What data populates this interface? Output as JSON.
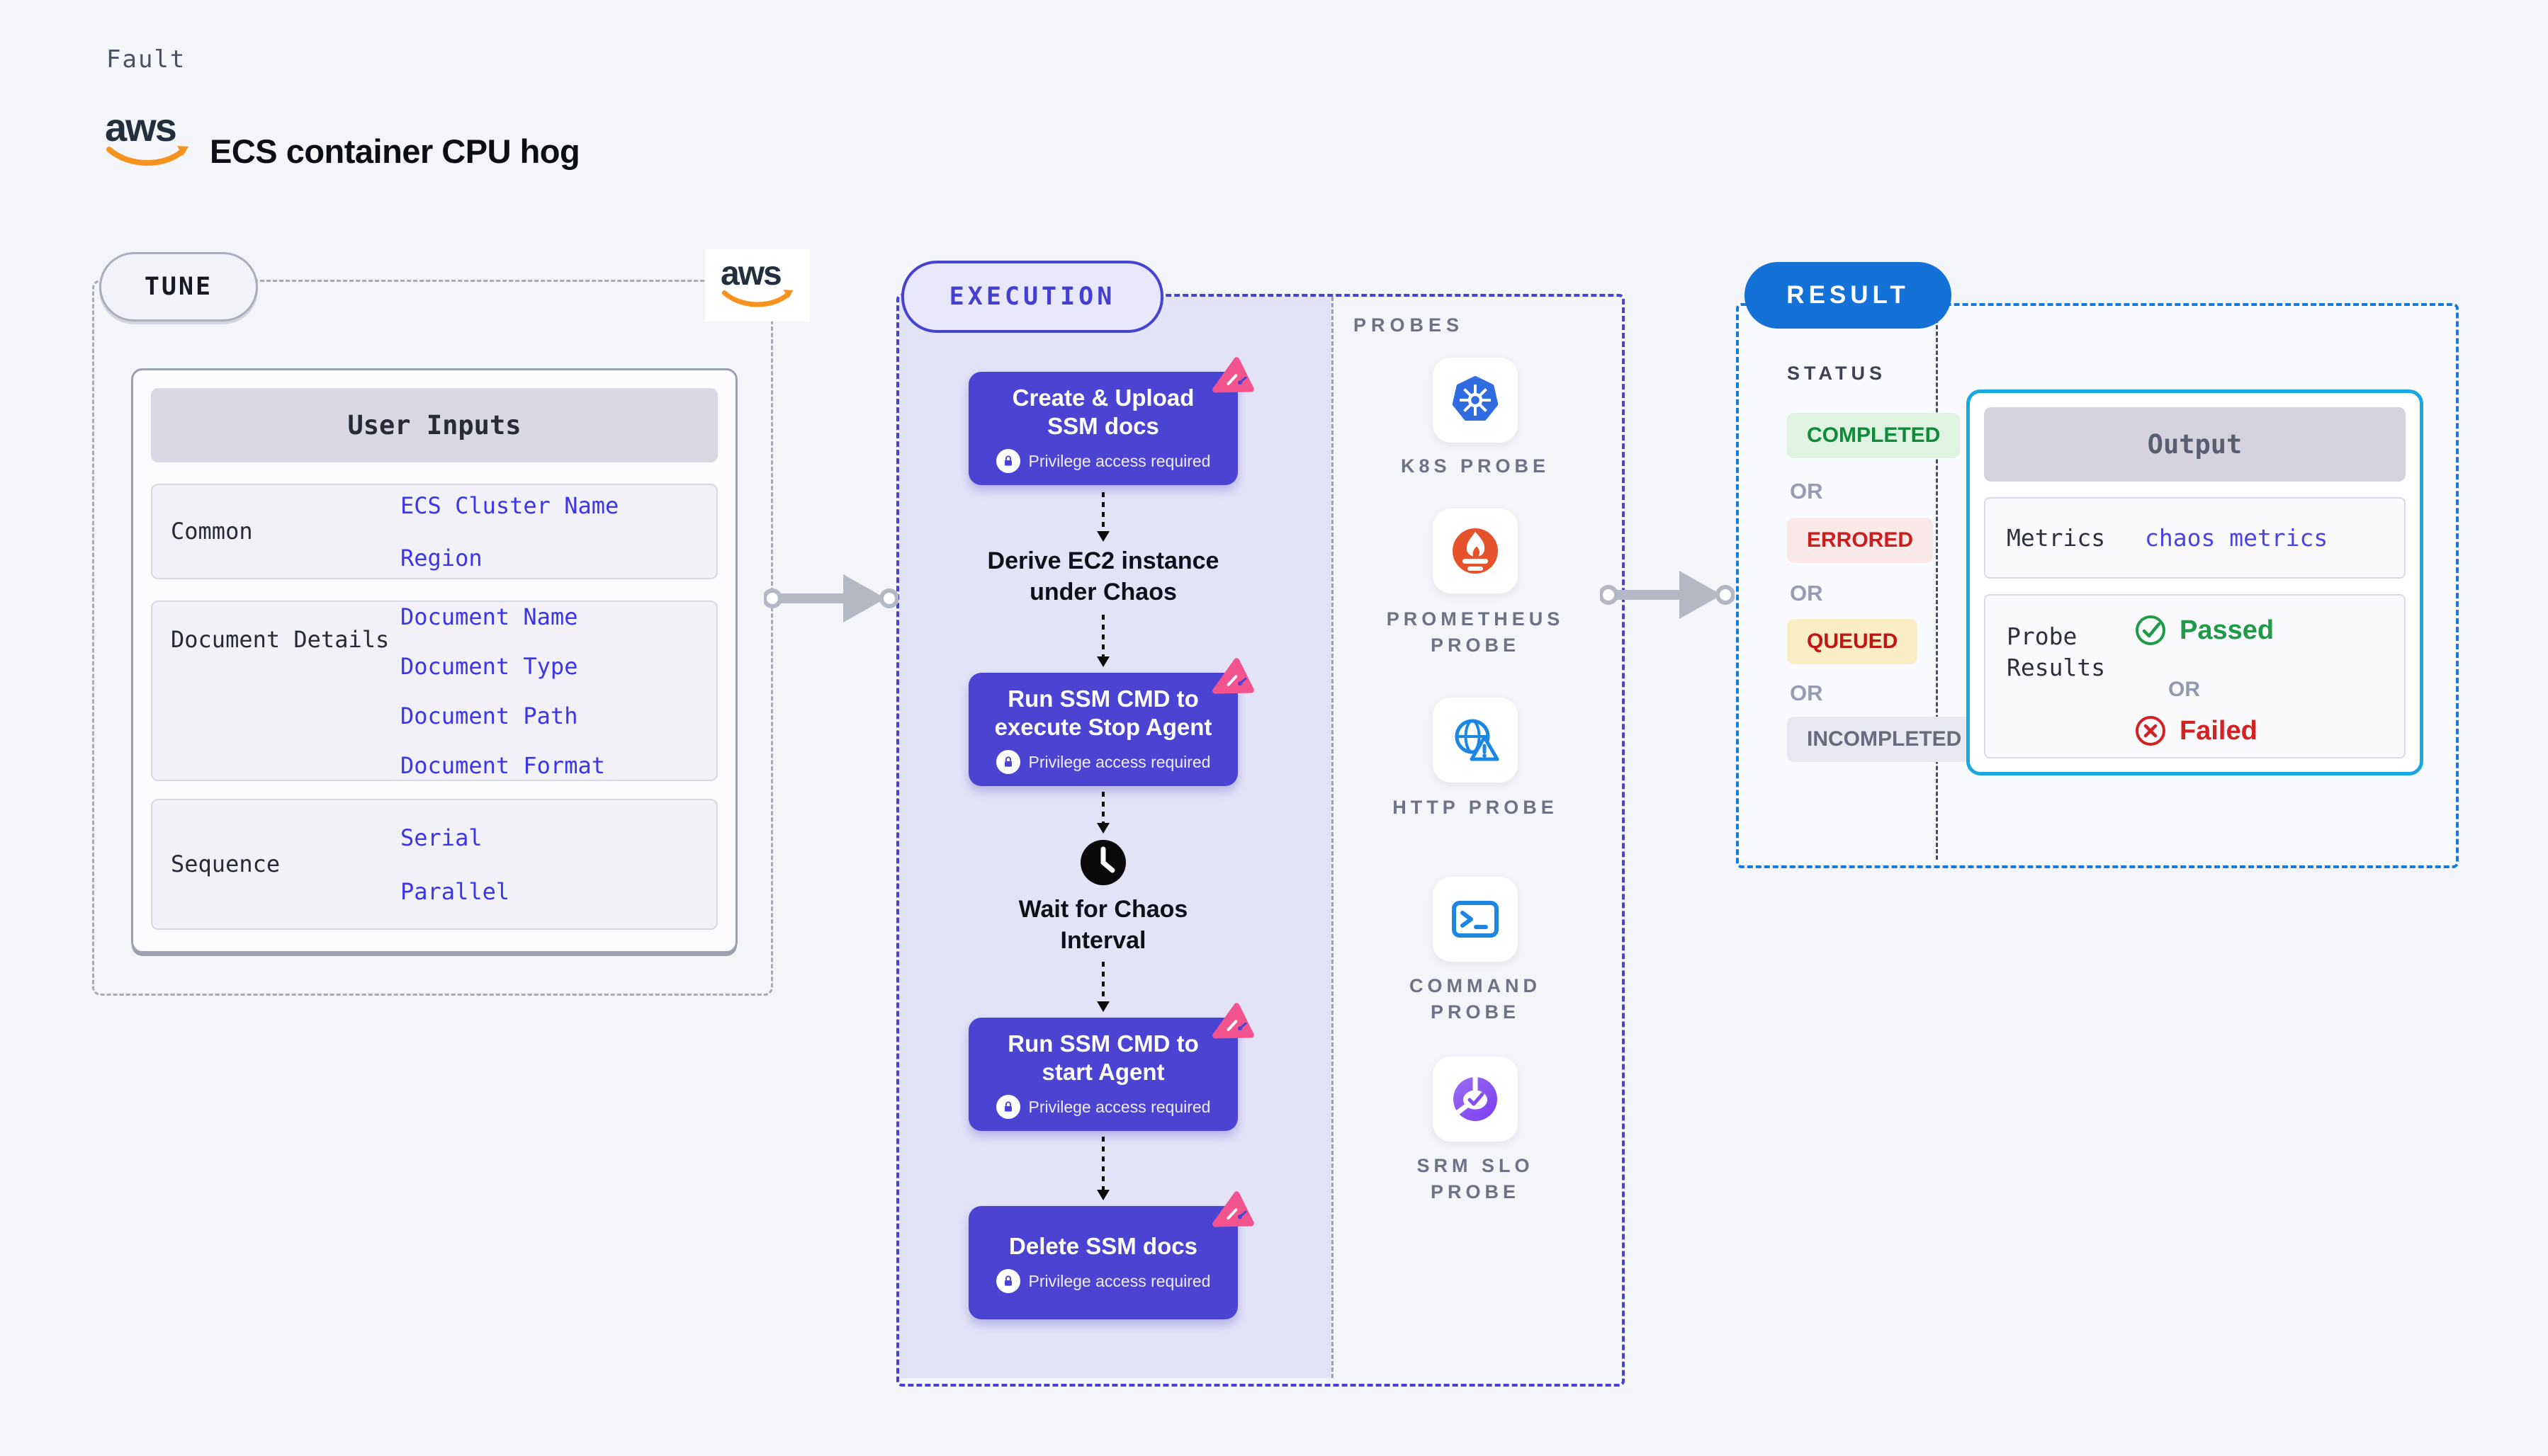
{
  "aws_logo_text": "aws",
  "header": {
    "eyebrow": "Fault",
    "title": "ECS container CPU hog"
  },
  "tune": {
    "badge": "TUNE",
    "user_inputs": {
      "header": "User Inputs",
      "rows": [
        {
          "label": "Common",
          "values": [
            "ECS Cluster Name",
            "Region"
          ]
        },
        {
          "label": "Document Details",
          "values": [
            "Document Name",
            "Document Type",
            "Document Path",
            "Document Format"
          ]
        },
        {
          "label": "Sequence",
          "values": [
            "Serial",
            "Parallel"
          ]
        }
      ]
    }
  },
  "execution": {
    "badge": "EXECUTION",
    "privilege_label": "Privilege access required",
    "steps": [
      {
        "kind": "action",
        "line1": "Create & Upload",
        "line2": "SSM docs"
      },
      {
        "kind": "label",
        "line1": "Derive EC2 instance",
        "line2": "under Chaos"
      },
      {
        "kind": "action",
        "line1": "Run SSM CMD to",
        "line2": "execute Stop Agent"
      },
      {
        "kind": "wait",
        "line1": "Wait for Chaos",
        "line2": "Interval"
      },
      {
        "kind": "action",
        "line1": "Run SSM CMD to",
        "line2": "start Agent"
      },
      {
        "kind": "action",
        "line1": "Delete SSM docs",
        "line2": ""
      }
    ],
    "probes": {
      "header": "PROBES",
      "items": [
        {
          "label1": "K8S PROBE",
          "label2": "",
          "icon": "kubernetes-icon"
        },
        {
          "label1": "PROMETHEUS",
          "label2": "PROBE",
          "icon": "prometheus-icon"
        },
        {
          "label1": "HTTP PROBE",
          "label2": "",
          "icon": "http-globe-icon"
        },
        {
          "label1": "COMMAND",
          "label2": "PROBE",
          "icon": "terminal-icon"
        },
        {
          "label1": "SRM SLO",
          "label2": "PROBE",
          "icon": "slo-pie-icon"
        }
      ]
    }
  },
  "result": {
    "badge": "RESULT",
    "status": {
      "header": "STATUS",
      "or": "OR",
      "badges": [
        {
          "label": "COMPLETED",
          "tone": "green"
        },
        {
          "label": "ERRORED",
          "tone": "red"
        },
        {
          "label": "QUEUED",
          "tone": "yellow"
        },
        {
          "label": "INCOMPLETED",
          "tone": "gray"
        }
      ]
    },
    "output": {
      "header": "Output",
      "metrics_label": "Metrics",
      "metrics_value": "chaos metrics",
      "probe_results_label1": "Probe",
      "probe_results_label2": "Results",
      "passed": "Passed",
      "or": "OR",
      "failed": "Failed"
    }
  },
  "colors": {
    "page_bg": "#f4f5f9",
    "step_indigo": "#4b44d3",
    "execution_accent": "#4643d1",
    "execution_panel": "#e3e3f8",
    "result_blue": "#1471d8",
    "output_border": "#18a7e0",
    "result_cyan_bg": "#e7f5fc",
    "value_blue": "#3b36e9",
    "pink_badge": "#f4548e",
    "aws_orange": "#f6921e",
    "kubernetes_blue": "#2f6ce0",
    "prometheus_orange": "#e6522c",
    "probe_blue": "#1d86e2",
    "srm_purple": "#7a3bf0",
    "passed_green": "#1f9a47",
    "failed_red": "#d32222",
    "completed_green": "#118a3c",
    "queued_bg": "#fbeec4",
    "gray_arrow": "#b4b8c5"
  }
}
